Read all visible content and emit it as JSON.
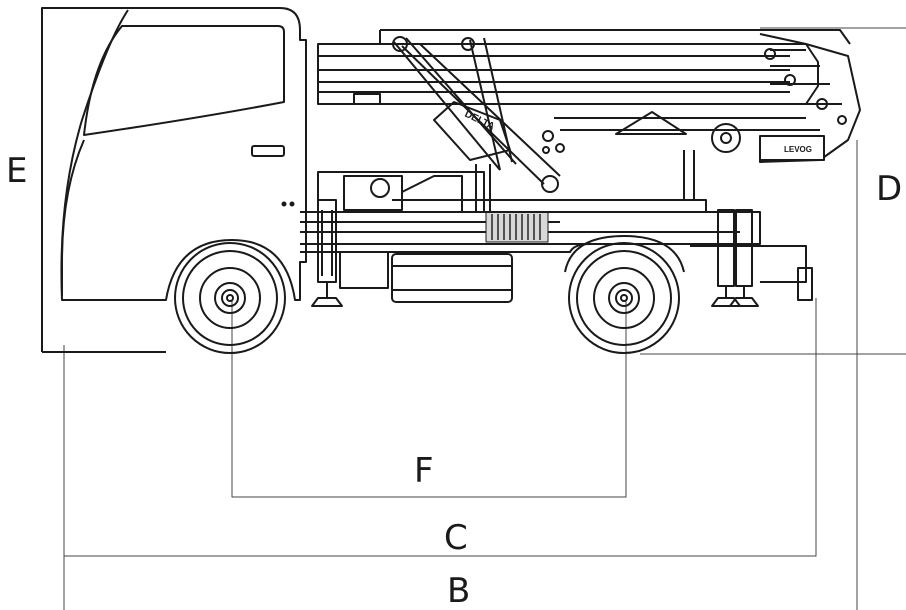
{
  "labels": {
    "e": "E",
    "d": "D",
    "f": "F",
    "c": "C",
    "b": "B"
  },
  "brand": {
    "boom_text": "DELTA",
    "chassis_text": "LEVOG"
  },
  "colors": {
    "line": "#1a1a1a",
    "dimension": "#444444",
    "fill": "#ffffff",
    "shade": "#d8d8d8"
  }
}
